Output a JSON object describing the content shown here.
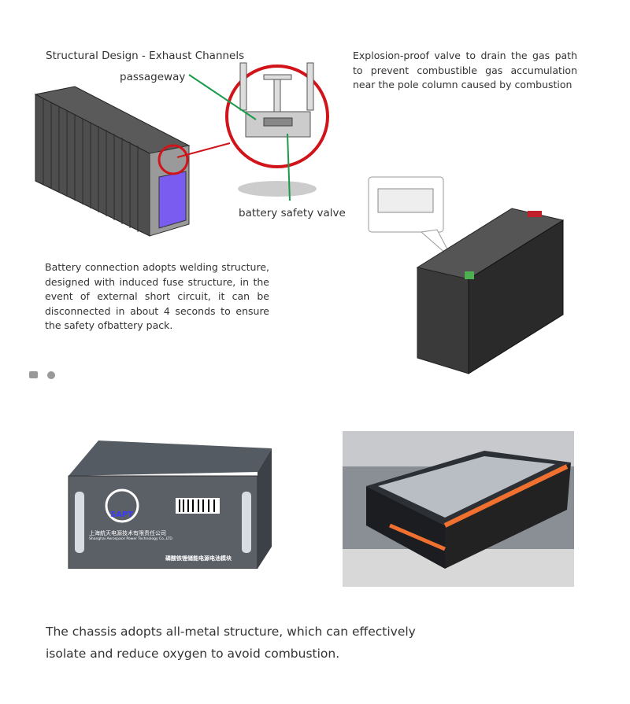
{
  "section1": {
    "title": "Structural Design - Exhaust Channels",
    "label_passageway": "passageway",
    "label_valve": "battery safety valve",
    "valve_description": "Explosion-proof valve to drain the gas path to prevent combustible gas accumulation near the pole column caused by combustion",
    "welding_description": "Battery connection adopts welding structure, designed with induced fuse structure, in the event of external short circuit, it can be disconnected in about 4 seconds to ensure the safety ofbattery pack.",
    "highlight_color": "#d0141a",
    "arrow_color": "#1a9a4a"
  },
  "icons": [
    "image-icon",
    "more-icon"
  ],
  "chassis": {
    "company_cn": "上海航天电源技术有限责任公司",
    "company_en": "Shanghai Aerospace Power Technology Co.,LTD",
    "logo_text": "SAPT",
    "product_cn": "磷酸铁锂储能电源电池模块"
  },
  "section2": {
    "description": "The chassis adopts all-metal structure, which can effectively isolate and reduce oxygen to avoid combustion."
  }
}
